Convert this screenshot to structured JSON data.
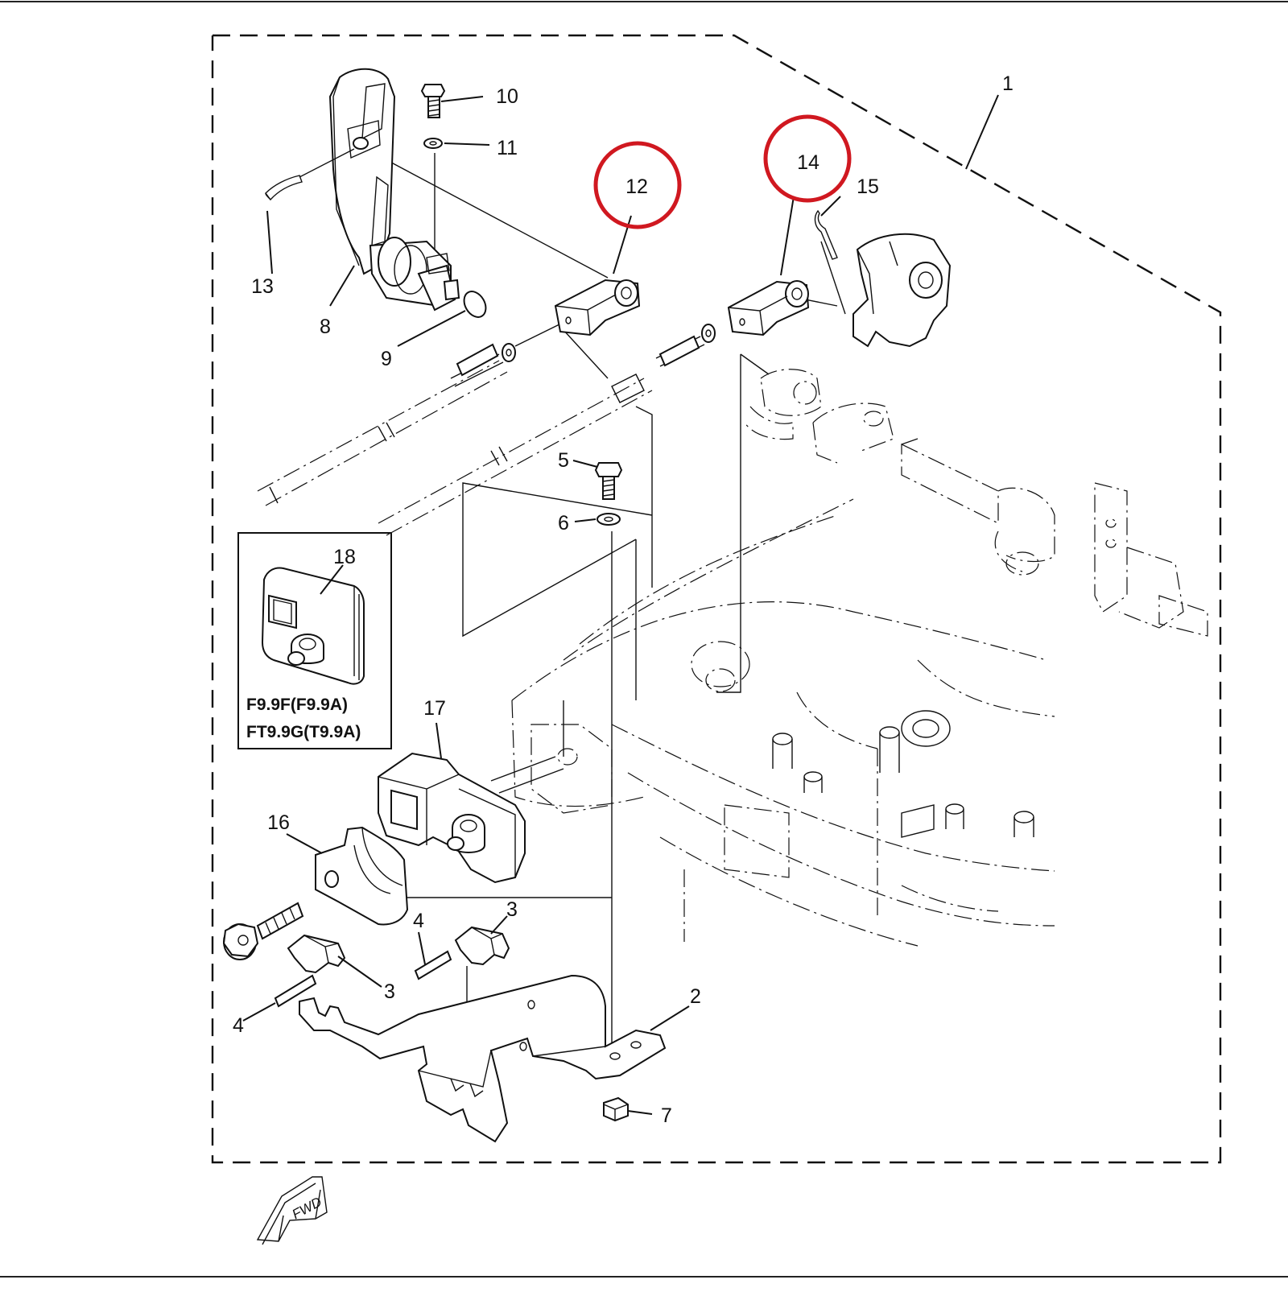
{
  "diagram": {
    "callouts": {
      "p1": "1",
      "p2": "2",
      "p3a": "3",
      "p3b": "3",
      "p4a": "4",
      "p4b": "4",
      "p5": "5",
      "p6": "6",
      "p7": "7",
      "p8": "8",
      "p9": "9",
      "p10": "10",
      "p11": "11",
      "p12": "12",
      "p13": "13",
      "p14": "14",
      "p15": "15",
      "p16": "16",
      "p17": "17",
      "p18": "18"
    },
    "inset": {
      "model_line_1": "F9.9F(F9.9A)",
      "model_line_2": "FT9.9G(T9.9A)"
    },
    "direction_arrow_label": "FWD",
    "highlight_color": "#d01820",
    "highlighted_parts": [
      "12",
      "14"
    ]
  }
}
